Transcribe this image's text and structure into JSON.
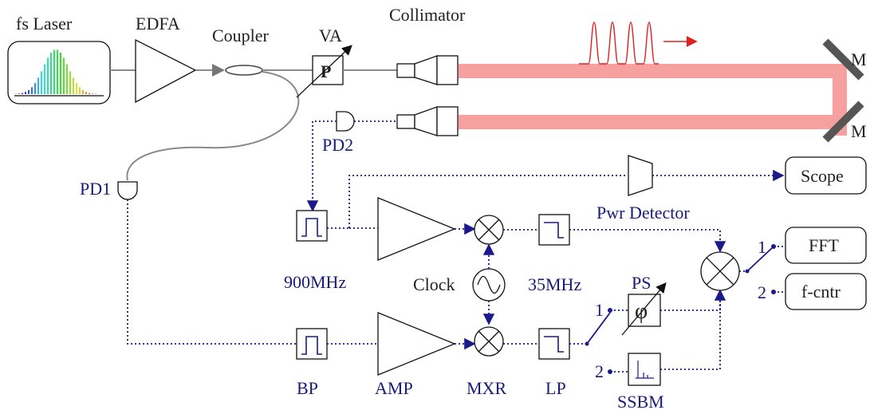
{
  "labels": {
    "fs_laser": "fs Laser",
    "edfa": "EDFA",
    "coupler": "Coupler",
    "va": "VA",
    "va_glyph": "P",
    "collimator": "Collimator",
    "mirror1": "M",
    "mirror2": "M",
    "pd2": "PD2",
    "pd1": "PD1",
    "scope": "Scope",
    "pwr_detector": "Pwr Detector",
    "freq_900": "900MHz",
    "clock": "Clock",
    "freq_35": "35MHz",
    "ps": "PS",
    "ps_glyph": "φ",
    "fft": "FFT",
    "fcntr": "f-cntr",
    "switch1_pos1": "1",
    "switch1_pos2": "2",
    "switch2_pos1": "1",
    "switch2_pos2": "2",
    "bp": "BP",
    "amp": "AMP",
    "mxr": "MXR",
    "lp": "LP",
    "ssbm": "SSBM"
  },
  "colors": {
    "beam": "#f7a0a0",
    "pulse": "#e02020",
    "electrical": "#1a1a8c",
    "fiber": "#8a8a8a"
  }
}
